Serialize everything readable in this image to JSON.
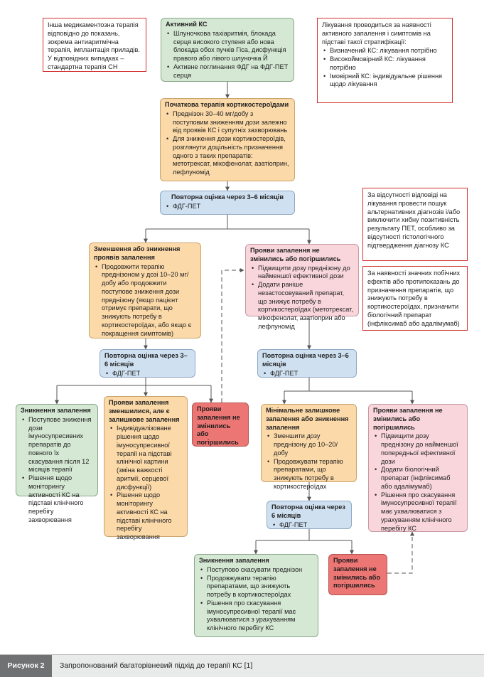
{
  "notes": {
    "left_top": "Інша медикаментозна терапія відповідно до показань, зокрема антиаритмічна терапія, імплантація приладів. У відповідних випадках – стандартна терапія СН",
    "right_top": {
      "intro": "Лікування проводиться за наявності активного запалення і симптомів на підставі такої стратифікації:",
      "items": [
        "Визначений КС: лікування потрібно",
        "Високоймовірний КС: лікування потрібно",
        "Імовірний КС: індивідуальне рішення щодо лікування"
      ]
    },
    "right_mid1": "За відсутності відповіді на лікування провести пошук альтернативних діагнозів і/або виключити хибну позитивність результату ПЕТ, особливо за відсутності гістологічного підтвердження діагнозу КС",
    "right_mid2": "За наявності значних побічних ефектів або протипоказань до призначення препаратів, що знижують потребу в кортикостероїдах, призначити біологічний препарат (інфліксимаб або адалімумаб)"
  },
  "boxes": {
    "active": {
      "title": "Активний КС",
      "items": [
        "Шлуночкова тахіаритмія, блокада серця високого ступеня або нова блокада обох пучків Гіса, дисфункція правого або лівого шлуночка Й",
        "Активне поглинання ФДГ на ФДГ-ПЕТ серця"
      ]
    },
    "initial": {
      "title": "Початкова терапія кортикостероїдами",
      "items": [
        "Преднізон 30–40 мг/добу з поступовим зниженням дози залежно від проявів КС і супутніх захворювань",
        "Для зниження дози кортикостероїдів, розглянути доцільність призначення одного з таких препаратів: метотрексат, мікофенолат, азатіоприн, лефлуномід"
      ]
    },
    "reassess1": {
      "title": "Повторна оцінка через 3–6 місяців",
      "items": [
        "ФДГ-ПЕТ"
      ]
    },
    "decrease": {
      "title": "Зменшення або зникнення проявів запалення",
      "items": [
        "Продовжити терапію преднізоном у дозі 10–20 мг/добу або продовжити поступове зниження дози преднізону (якщо пацієнт отримує препарати, що знижують потребу в кортикостероїдах, або якщо є покращення симптомів)"
      ]
    },
    "nochange1": {
      "title": "Прояви запалення не змінились або погіршились",
      "items": [
        "Підвищити дозу преднізону до найменшої ефективної дози",
        "Додати раніше незастосовуваний препарат, що знижує потребу в кортикостероїдах (метотрексат, мікофенолат, азатіоприн або лефлуномід"
      ]
    },
    "reassess2": {
      "title": "Повторна оцінка через 3–6 місяців",
      "items": [
        "ФДГ-ПЕТ"
      ]
    },
    "reassess3": {
      "title": "Повторна оцінка через 3–6 місяців",
      "items": [
        "ФДГ-ПЕТ"
      ]
    },
    "resolved1": {
      "title": "Зникнення запалення",
      "items": [
        "Поступове зниження дози імуносупресивних препаратів до повного їх скасування після 12 місяців терапії",
        "Рішення щодо моніторингу активності КС на підставі клінічного перебігу захворювання"
      ]
    },
    "reduced": {
      "title": "Прояви запалення зменшилися, але є залишкове запалення",
      "items": [
        "Індивідуалізоване рішення щодо імуносупресивної терапії на підставі клінічної картини (зміна важкості аритмії, серцевої дисфункції)",
        "Рішення щодо моніторингу активності КС на підставі клінічного перебігу захворювання"
      ]
    },
    "red1": {
      "title": "Прояви запалення не змінились або погіршились"
    },
    "minimal": {
      "title": "Мінімальне залишкове запалення або зникнення запалення",
      "items": [
        "Зменшити дозу преднізону до 10–20/добу",
        "Продовжувати терапію препаратами, що знижують потребу в кортикостероїдах"
      ]
    },
    "nochange2": {
      "title": "Прояви запалення не змінились або погіршились",
      "items": [
        "Підвищити дозу преднізону до найменшої попередньої ефективної дози",
        "Додати біологічний препарат (інфліксимаб або адалімумаб)",
        "Рішення про скасування імуносупресивної терапії має ухвалюватися з урахуванням клінічного перебігу КС"
      ]
    },
    "reassess4": {
      "title": "Повторна оцінка через 6 місяців",
      "items": [
        "ФДГ-ПЕТ"
      ]
    },
    "resolved2": {
      "title": "Зникнення запалення",
      "items": [
        "Поступово скасувати преднізон",
        "Продовжувати терапію препаратами, що знижують потребу в кортикостероїдах",
        "Рішення про скасування імуносупресивної терапії має ухвалюватися з урахуванням клінічного перебігу КС"
      ]
    },
    "red2": {
      "title": "Прояви запалення не змінились або погіршились"
    }
  },
  "caption": {
    "label": "Рисунок 2",
    "text": "Запропонований багаторівневий підхід до терапії КС [1]"
  },
  "colors": {
    "green": "#d5e8d4",
    "orange": "#fbd9a8",
    "blue": "#cfe0f1",
    "pink": "#f8d6dc",
    "red": "#ec7674",
    "note_border": "#d33030"
  }
}
